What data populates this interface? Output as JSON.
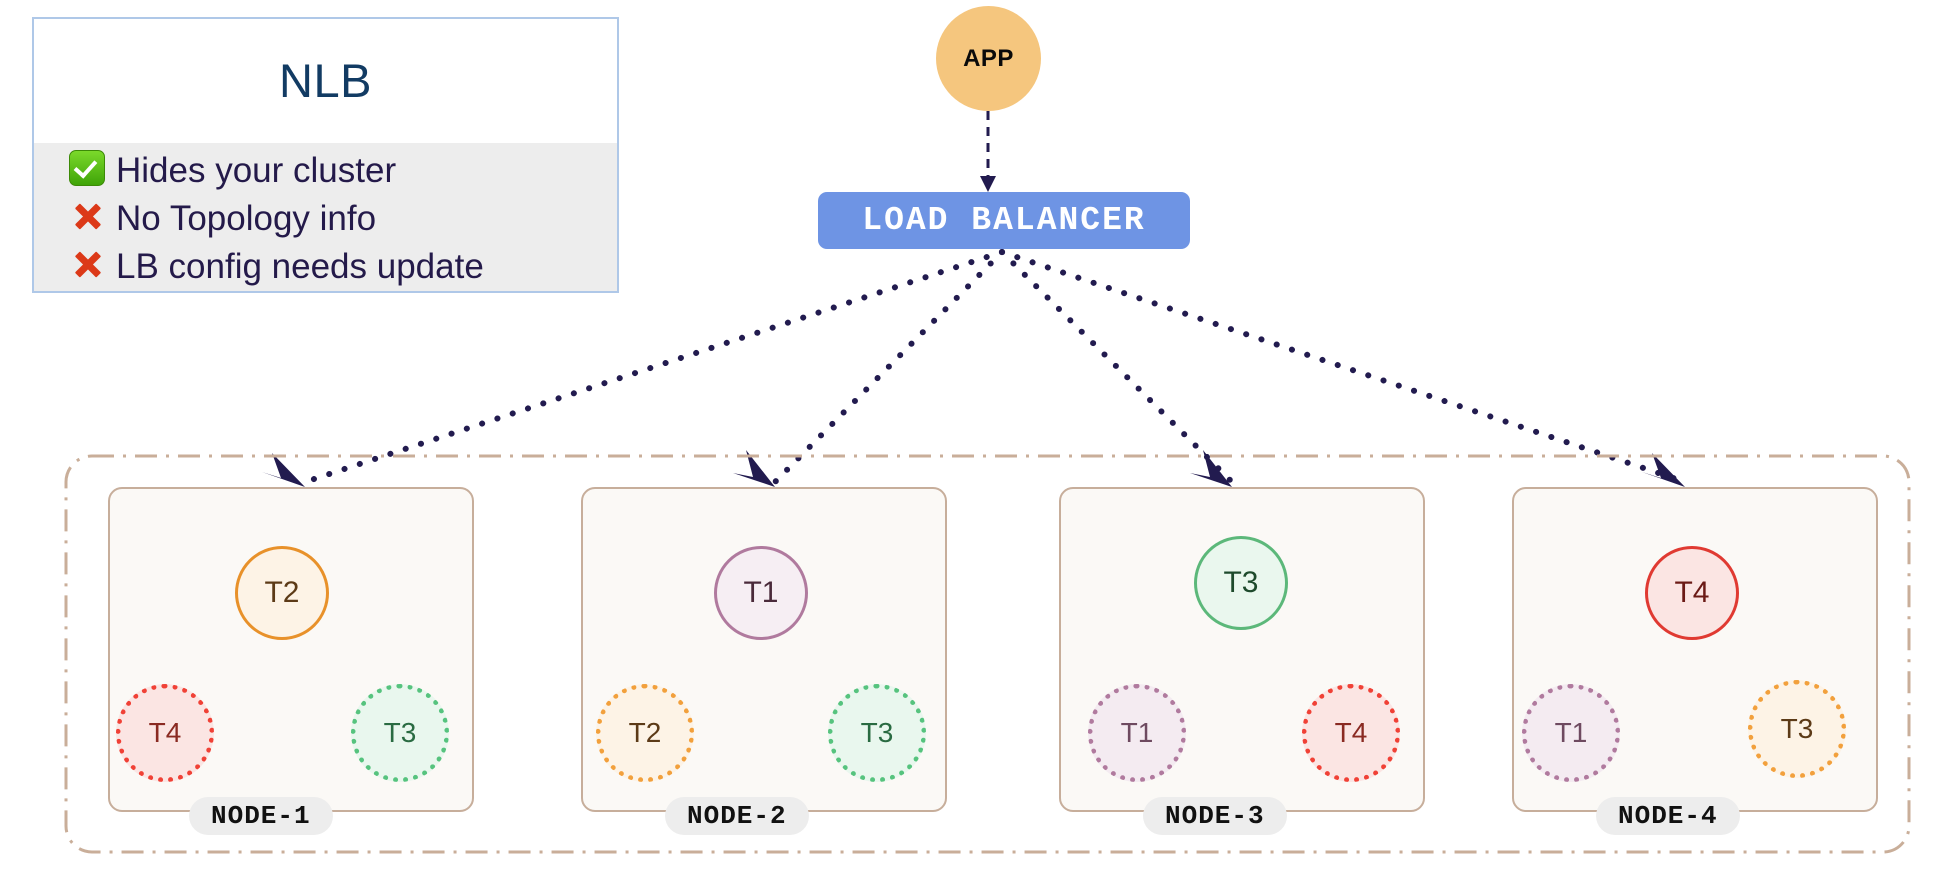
{
  "legend": {
    "title": "NLB",
    "items": [
      {
        "mark": "check-icon",
        "text": "Hides your cluster"
      },
      {
        "mark": "cross-icon",
        "text": "No Topology info"
      },
      {
        "mark": "cross-icon",
        "text": "LB config needs update"
      }
    ]
  },
  "app": {
    "label": "APP"
  },
  "load_balancer": {
    "label": "LOAD  BALANCER"
  },
  "nodes": [
    {
      "name": "NODE-1",
      "primary": {
        "label": "T2",
        "color": "orange"
      },
      "ghosts": [
        {
          "label": "T4",
          "color": "red"
        },
        {
          "label": "T3",
          "color": "green"
        }
      ]
    },
    {
      "name": "NODE-2",
      "primary": {
        "label": "T1",
        "color": "purple"
      },
      "ghosts": [
        {
          "label": "T2",
          "color": "orange"
        },
        {
          "label": "T3",
          "color": "green"
        }
      ]
    },
    {
      "name": "NODE-3",
      "primary": {
        "label": "T3",
        "color": "green"
      },
      "ghosts": [
        {
          "label": "T1",
          "color": "purple"
        },
        {
          "label": "T4",
          "color": "red"
        }
      ]
    },
    {
      "name": "NODE-4",
      "primary": {
        "label": "T4",
        "color": "red"
      },
      "ghosts": [
        {
          "label": "T1",
          "color": "purple"
        },
        {
          "label": "T3",
          "color": "orange"
        }
      ]
    }
  ],
  "colors": {
    "app_fill": "#F5C67E",
    "lb_fill": "#6E94E4",
    "lb_text": "#FFFFFF",
    "arrow": "#221B4F",
    "cluster_border": "#C9AE99",
    "node_border": "#C7AE9B",
    "node_fill": "#FBF9F6",
    "pill_fill": "#EDEDED",
    "legend_border": "#AFC8E8",
    "legend_body": "#EDEDED",
    "legend_title_text": "#123B63",
    "legend_item_text": "#241A4A",
    "tenant_orange": "#E8912A",
    "tenant_purple": "#B07A9E",
    "tenant_green": "#5CB87A",
    "tenant_red": "#E03A32"
  }
}
